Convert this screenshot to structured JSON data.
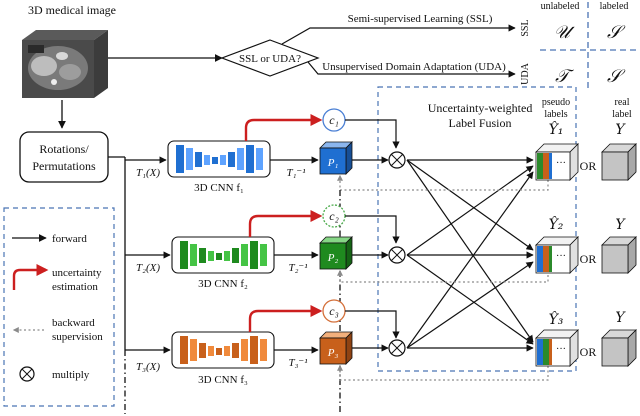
{
  "image_title": "3D medical image",
  "decision": "SSL or UDA?",
  "branch_ssl": "Semi-supervised Learning (SSL)",
  "branch_uda": "Unsupervised Domain Adaptation (UDA)",
  "tag_ssl": "SSL",
  "tag_uda": "UDA",
  "col_unlabeled": "unlabeled",
  "col_labeled": "labeled",
  "set_u": "𝒰",
  "set_s": "𝒮",
  "set_t": "𝒯",
  "rotations_line1": "Rotations/",
  "rotations_line2": "Permutations",
  "fusion_line1": "Uncertainty-weighted",
  "fusion_line2": "Label Fusion",
  "pseudo_line1": "pseudo",
  "pseudo_line2": "labels",
  "real_line1": "real",
  "real_line2": "label",
  "or_text": "OR",
  "branches": [
    {
      "t": "T₁(X)",
      "tinv": "T₁⁻¹",
      "cnn": "3D CNN f₁",
      "c": "c₁",
      "p": "P₁",
      "yhat": "Ŷ₁",
      "y": "Y",
      "color": "#1f6fd1",
      "light": "#5ea3ff"
    },
    {
      "t": "T₂(X)",
      "tinv": "T₂⁻¹",
      "cnn": "3D CNN f₂",
      "c": "c₂",
      "p": "P₂",
      "yhat": "Ŷ₂",
      "y": "Y",
      "color": "#1f8a1f",
      "light": "#45c445"
    },
    {
      "t": "T₃(X)",
      "tinv": "T₃⁻¹",
      "cnn": "3D CNN f₃",
      "c": "c₃",
      "p": "P₃",
      "yhat": "Ŷ₃",
      "y": "Y",
      "color": "#c8601b",
      "light": "#f08a3c"
    }
  ],
  "legend": {
    "forward": "forward",
    "uncertainty_line1": "uncertainty",
    "uncertainty_line2": "estimation",
    "backward_line1": "backward",
    "backward_line2": "supervision",
    "multiply": "multiply"
  },
  "colors": {
    "dash_blue": "#4a74b4",
    "red_arrow": "#cc1f1f",
    "c1": "#4a7fd4",
    "c2": "#4aaa4a",
    "c3": "#d4703a",
    "grey": "#8a8a8a"
  }
}
